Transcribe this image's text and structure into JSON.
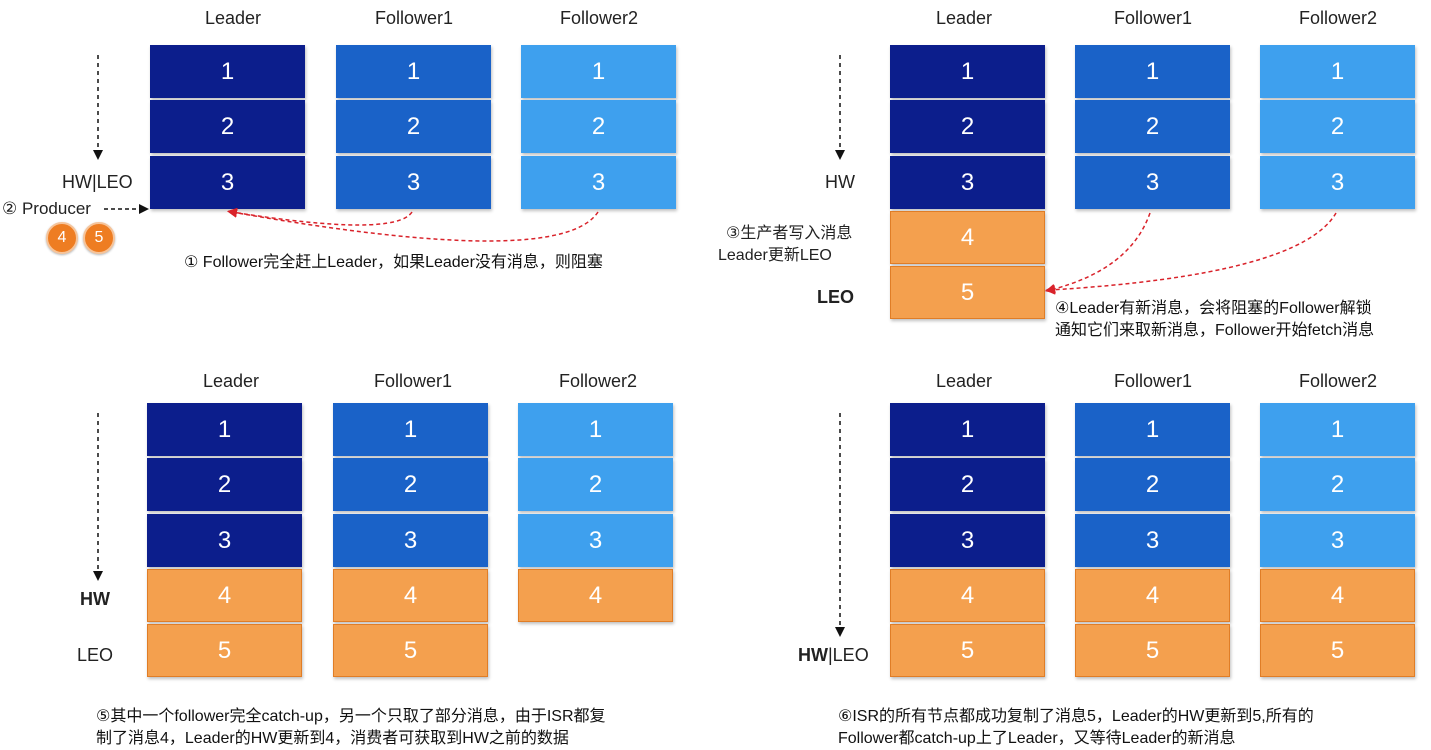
{
  "panels": [
    {
      "headers": [
        "Leader",
        "Follower1",
        "Follower2"
      ],
      "columns": [
        [
          "1",
          "2",
          "3"
        ],
        [
          "1",
          "2",
          "3"
        ],
        [
          "1",
          "2",
          "3"
        ]
      ],
      "labels": {
        "hw": "HW|LEO",
        "producer": "② Producer"
      },
      "badges": [
        "4",
        "5"
      ],
      "note": [
        "① Follower完全赶上Leader，如果Leader没有消息，则阻塞"
      ]
    },
    {
      "headers": [
        "Leader",
        "Follower1",
        "Follower2"
      ],
      "columns": [
        [
          "1",
          "2",
          "3",
          "4",
          "5"
        ],
        [
          "1",
          "2",
          "3"
        ],
        [
          "1",
          "2",
          "3"
        ]
      ],
      "labels": {
        "hw": "HW",
        "write1": "③生产者写入消息",
        "write2": "Leader更新LEO",
        "leo": "LEO"
      },
      "note": [
        "④Leader有新消息，会将阻塞的Follower解锁",
        "通知它们来取新消息，Follower开始fetch消息"
      ]
    },
    {
      "headers": [
        "Leader",
        "Follower1",
        "Follower2"
      ],
      "columns": [
        [
          "1",
          "2",
          "3",
          "4",
          "5"
        ],
        [
          "1",
          "2",
          "3",
          "4",
          "5"
        ],
        [
          "1",
          "2",
          "3",
          "4"
        ]
      ],
      "labels": {
        "hw": "HW",
        "leo": "LEO"
      },
      "note": [
        "⑤其中一个follower完全catch-up，另一个只取了部分消息，由于ISR都复",
        "制了消息4，Leader的HW更新到4，消费者可获取到HW之前的数据"
      ]
    },
    {
      "headers": [
        "Leader",
        "Follower1",
        "Follower2"
      ],
      "columns": [
        [
          "1",
          "2",
          "3",
          "4",
          "5"
        ],
        [
          "1",
          "2",
          "3",
          "4",
          "5"
        ],
        [
          "1",
          "2",
          "3",
          "4",
          "5"
        ]
      ],
      "labels": {
        "hw_bold": "HW",
        "leo_sep": "|LEO"
      },
      "note": [
        "⑥ISR的所有节点都成功复制了消息5，Leader的HW更新到5,所有的",
        "Follower都catch-up上了Leader，又等待Leader的新消息"
      ]
    }
  ],
  "colors": {
    "leader": "#0c1e8c",
    "follower1": "#1a62c8",
    "follower2": "#3ea0ee",
    "new_message": "#f4a04e",
    "arrow": "#d9222a"
  }
}
